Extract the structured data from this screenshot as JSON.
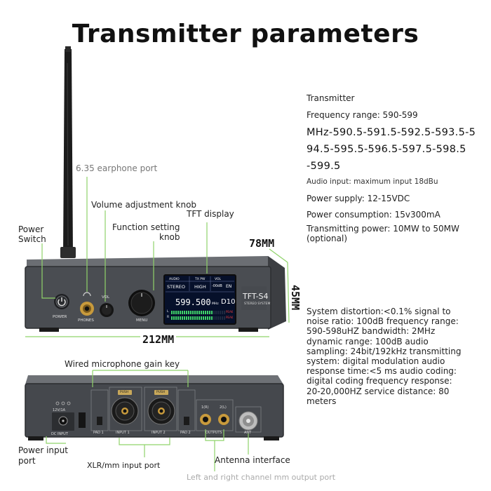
{
  "title": "Transmitter parameters",
  "specs": {
    "heading": "Transmitter",
    "freq_range": "Frequency range: 590-599",
    "freq_line1": "MHz-590.5-591.5-592.5-593.5-5",
    "freq_line2": "94.5-595.5-596.5-597.5-598.5",
    "freq_line3": "-599.5",
    "audio_input": "Audio input: maximum input 18dBu",
    "power_supply": "Power supply: 12-15VDC",
    "power_consumption": "Power consumption: 15v300mA",
    "tx_power_1": "Transmitting power: 10MW to 50MW",
    "tx_power_2": "(optional)",
    "details": "System distortion:<0.1% signal to\nnoise ratio: 100dB frequency range:\n590-598uHZ bandwidth: 2MHz\ndynamic range: 100dB audio\nsampling: 24bit/192kHz transmitting\nsystem: digital modulation audio\nresponse time:<5 ms audio coding:\ndigital coding frequency response:\n20-20,000HZ service distance: 80\nmeters"
  },
  "front_labels": {
    "earphone_port": "6.35 earphone port",
    "volume_knob": "Volume adjustment knob",
    "tft_display": "TFT display",
    "function_knob_1": "Function setting",
    "function_knob_2": "knob",
    "power_switch_1": "Power",
    "power_switch_2": "Switch"
  },
  "dimensions": {
    "depth": "78MM",
    "height": "45MM",
    "width": "212MM"
  },
  "device_front": {
    "model": "TFT-S4",
    "model_sub": "STEREO SYSTEM",
    "power_label": "POWER",
    "phones_label": "PHONES",
    "vol_label": "VOL",
    "menu_label": "MENU",
    "lcd": {
      "hdr_audio": "AUDIO",
      "hdr_txpw": "TX PW",
      "hdr_vol": "VOL",
      "audio_value": "STEREO",
      "txpw_value": "HIGH",
      "vol_value": "-00dB",
      "lang": "EN",
      "frequency": "599.500",
      "unit": "MHz",
      "id": "D10",
      "ch_l": "L",
      "ch_r": "R",
      "peak_l": "PEAK",
      "peak_r": "PEAK",
      "level": 0.78
    }
  },
  "rear_labels": {
    "gain_key": "Wired microphone gain key",
    "power_input_1": "Power input",
    "power_input_2": "port",
    "xlr_input": "XLR/mm input port",
    "antenna": "Antenna interface",
    "mm_output": "Left and right channel mm output port"
  },
  "device_rear": {
    "dc_label": "12V/1A",
    "dc_input": "DC INPUT",
    "pad1": "PAD 1",
    "input1": "INPUT 1",
    "input2": "INPUT 2",
    "pad2": "PAD 2",
    "push1": "PUSH",
    "push2": "PUSH",
    "out_l": "1(R)",
    "out_r": "2(L)",
    "outputs": "OUTPUTS",
    "ant": "ANT"
  },
  "colors": {
    "callout_line": "#8fd36a",
    "device_body": "#4a4d52",
    "lcd_bg": "#06102a",
    "lcd_text": "#ffffff",
    "lcd_red": "#e23b3b"
  }
}
